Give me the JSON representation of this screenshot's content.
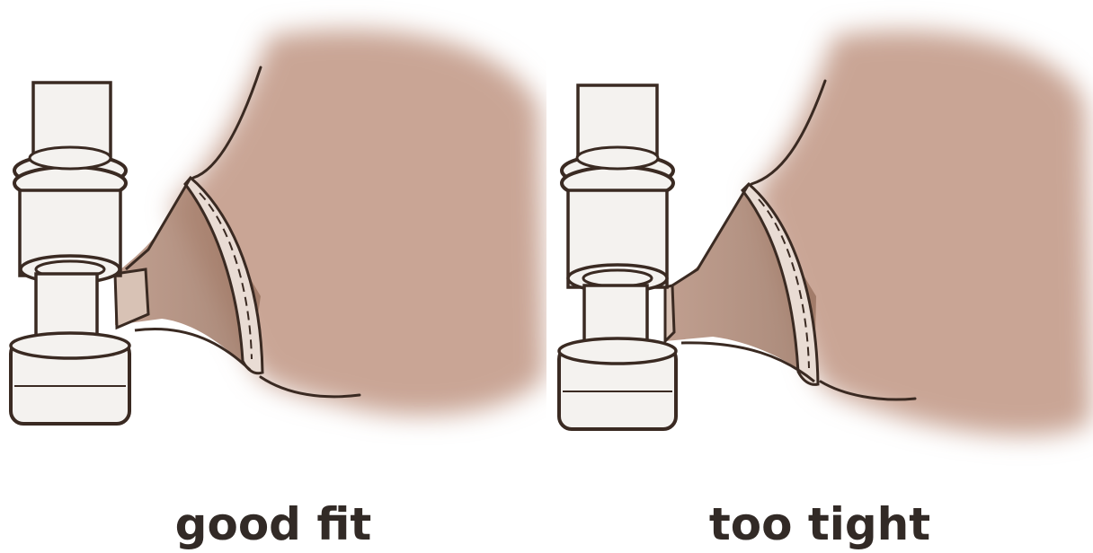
{
  "panels": [
    {
      "caption": "good fit",
      "fit": "good"
    },
    {
      "caption": "too tight",
      "fit": "tight"
    }
  ],
  "colors": {
    "skin": "#c9a595",
    "skin_dark": "#9a7461",
    "ink": "#3a2a22",
    "glass": "#f4f2ef",
    "caption": "#322a26"
  }
}
